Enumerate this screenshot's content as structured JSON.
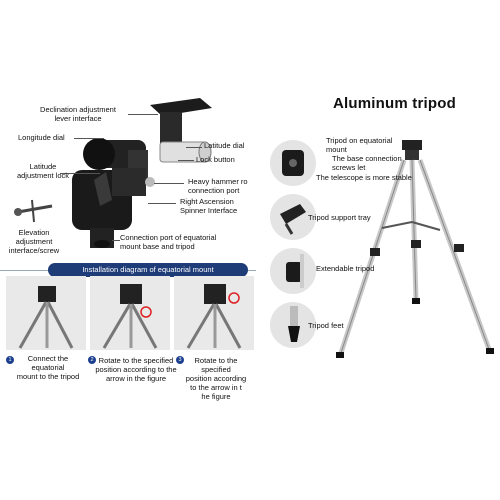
{
  "mount_labels": {
    "declination": "Declination adjustment\nlever interface",
    "longitude": "Longitude dial",
    "latitude_lock": "Latitude\nadjustment lock",
    "elevation": "Elevation\nadjustment\ninterface/screw",
    "latitude_dial": "Latitude dial",
    "lock_button": "Lock button",
    "heavy_hammer": "Heavy hammer ro\nconnection port",
    "right_ascension": "Right Ascension\nSpinner Interface",
    "connection_port": "Connection port of equatorial\nmount base and tripod"
  },
  "install": {
    "banner": "Installation diagram of equatorial mount",
    "steps": [
      {
        "num": "1",
        "text": "Connect the\nequatorial\nmount to the tripod"
      },
      {
        "num": "2",
        "text": "Rotate to the specified\nposition according to the\narrow in the figure"
      },
      {
        "num": "3",
        "text": "Rotate to the\nspecified\nposition according\nto the arrow in t\nhe figure"
      }
    ]
  },
  "tripod": {
    "title": "Aluminum tripod",
    "labels": {
      "mount": "Tripod on equatorial\nmount",
      "screws": "The base connection\nscrews let",
      "stable": "The telescope is more stable",
      "tray": "Tripod support tray",
      "extendable": "Extendable tripod",
      "feet": "Tripod feet"
    }
  }
}
